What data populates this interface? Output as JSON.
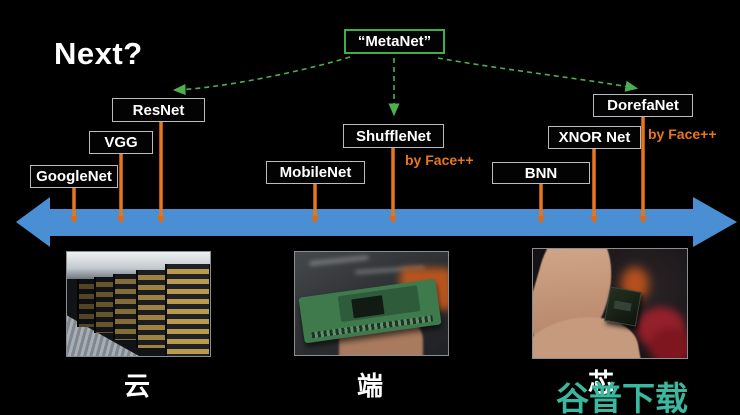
{
  "slide": {
    "title": "Next?"
  },
  "metanet": {
    "label": "“MetaNet”"
  },
  "networks": [
    {
      "label": "GoogleNet"
    },
    {
      "label": "VGG"
    },
    {
      "label": "ResNet"
    },
    {
      "label": "MobileNet"
    },
    {
      "label": "ShuffleNet"
    },
    {
      "label": "BNN"
    },
    {
      "label": "XNOR Net"
    },
    {
      "label": "DorefaNet"
    }
  ],
  "credits": [
    {
      "text": "by Face++"
    },
    {
      "text": "by Face++"
    }
  ],
  "categories": [
    {
      "label": "云"
    },
    {
      "label": "端"
    },
    {
      "label": "芯"
    }
  ],
  "watermark": {
    "text": "谷普下载"
  },
  "colors": {
    "background": "#000000",
    "box_border": "#b9bdc2",
    "metanet_green": "#3fae49",
    "connector_green": "#4caf50",
    "stem_orange": "#e8761f",
    "timeline_blue": "#4a8fd3",
    "credit_orange": "#e8761f",
    "watermark_teal": "#3ab8a0",
    "text_white": "#ffffff"
  }
}
